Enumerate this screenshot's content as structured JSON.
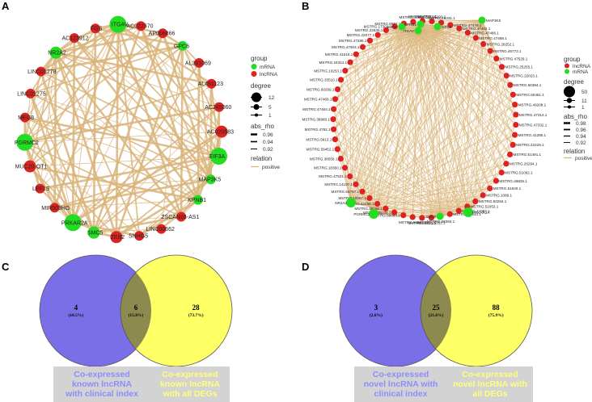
{
  "panels": {
    "a": "A",
    "b": "B",
    "c": "C",
    "d": "D"
  },
  "colors": {
    "mrna": "#22dd22",
    "lncrna": "#dd2222",
    "edge": "#d9b47a",
    "venn_left": "#7b6fe8",
    "venn_right": "#ffff66",
    "venn_overlap": "#8c8a4e",
    "caption_left_text": "#8c8cff",
    "caption_right_text": "#ffff77",
    "caption_bg": "#d3d3d3"
  },
  "network_a": {
    "nodes": [
      {
        "label": "ITGAV",
        "group": "mRNA",
        "size": "large"
      },
      {
        "label": "AC022370",
        "group": "lncRNA",
        "size": "small"
      },
      {
        "label": "AP006866",
        "group": "lncRNA",
        "size": "small"
      },
      {
        "label": "GPC6",
        "group": "mRNA",
        "size": "small"
      },
      {
        "label": "AL391069",
        "group": "lncRNA",
        "size": "small"
      },
      {
        "label": "AL451123",
        "group": "lncRNA",
        "size": "small"
      },
      {
        "label": "AC245060",
        "group": "lncRNA",
        "size": "small"
      },
      {
        "label": "AC020583",
        "group": "lncRNA",
        "size": "medium"
      },
      {
        "label": "EIF3A",
        "group": "mRNA",
        "size": "large"
      },
      {
        "label": "MAP3K5",
        "group": "mRNA",
        "size": "small"
      },
      {
        "label": "KPNB1",
        "group": "mRNA",
        "size": "small"
      },
      {
        "label": "ZSCAN16-AS1",
        "group": "lncRNA",
        "size": "small"
      },
      {
        "label": "LINC00662",
        "group": "lncRNA",
        "size": "small"
      },
      {
        "label": "SNHG5",
        "group": "lncRNA",
        "size": "small"
      },
      {
        "label": "ZEB2",
        "group": "lncRNA",
        "size": "medium"
      },
      {
        "label": "SMC5",
        "group": "mRNA",
        "size": "medium"
      },
      {
        "label": "PRKAR2A",
        "group": "mRNA",
        "size": "large"
      },
      {
        "label": "MIR503HG",
        "group": "lncRNA",
        "size": "small"
      },
      {
        "label": "LEF1S",
        "group": "lncRNA",
        "size": "small"
      },
      {
        "label": "MUC20-OT1",
        "group": "lncRNA",
        "size": "medium"
      },
      {
        "label": "PGRMC2",
        "group": "mRNA",
        "size": "large"
      },
      {
        "label": "MEG8",
        "group": "lncRNA",
        "size": "small"
      },
      {
        "label": "LINC01275",
        "group": "lncRNA",
        "size": "small"
      },
      {
        "label": "LINC01278",
        "group": "lncRNA",
        "size": "small"
      },
      {
        "label": "NR2A2",
        "group": "mRNA",
        "size": "medium"
      },
      {
        "label": "AC123912",
        "group": "lncRNA",
        "size": "small"
      },
      {
        "label": "FGS",
        "group": "lncRNA",
        "size": "small"
      }
    ],
    "legend": {
      "group_title": "group",
      "group_items": [
        "mRNA",
        "lncRNA"
      ],
      "degree_title": "degree",
      "degree_items": [
        "12",
        "5",
        "1"
      ],
      "abs_title": "abs_rho",
      "abs_items": [
        "0.96",
        "0.94",
        "0.92"
      ],
      "relation_title": "relation",
      "relation_items": [
        "positive"
      ]
    }
  },
  "network_b": {
    "nodes": [
      {
        "label": "MSTRG.25200.1",
        "group": "lncRNA"
      },
      {
        "label": "MSTRG.46331.1",
        "group": "lncRNA"
      },
      {
        "label": "MSTRG.47478.1",
        "group": "lncRNA"
      },
      {
        "label": "MAP3K5",
        "group": "mRNA"
      },
      {
        "label": "MSTRG.47402.1",
        "group": "lncRNA"
      },
      {
        "label": "MSTRG.47486.1",
        "group": "lncRNA"
      },
      {
        "label": "MSTRG.47468.1",
        "group": "lncRNA"
      },
      {
        "label": "MSTRG.28252.1",
        "group": "lncRNA"
      },
      {
        "label": "MSTRG.46772.1",
        "group": "lncRNA"
      },
      {
        "label": "MSTRG.47529.1",
        "group": "lncRNA"
      },
      {
        "label": "MSTRG.25255.1",
        "group": "lncRNA"
      },
      {
        "label": "MSTRG.22023.1",
        "group": "lncRNA"
      },
      {
        "label": "MSTRG.50394.1",
        "group": "lncRNA"
      },
      {
        "label": "MSTRG.50451.1",
        "group": "lncRNA"
      },
      {
        "label": "MSTRG.49208.1",
        "group": "lncRNA"
      },
      {
        "label": "MSTRG.47314.1",
        "group": "lncRNA"
      },
      {
        "label": "MSTRG.47332.1",
        "group": "lncRNA"
      },
      {
        "label": "MSTRG.41285.1",
        "group": "lncRNA"
      },
      {
        "label": "MSTRG.22429.1",
        "group": "lncRNA"
      },
      {
        "label": "MSTRG.51491.1",
        "group": "lncRNA"
      },
      {
        "label": "MSTRG.26294.1",
        "group": "lncRNA"
      },
      {
        "label": "MSTRG.51062.1",
        "group": "lncRNA"
      },
      {
        "label": "MSTRG.49835.1",
        "group": "lncRNA"
      },
      {
        "label": "MSTRG.51840.1",
        "group": "lncRNA"
      },
      {
        "label": "MSTRG.1089.1",
        "group": "lncRNA"
      },
      {
        "label": "MSTRG.50284.1",
        "group": "lncRNA"
      },
      {
        "label": "MSTRG.51053.1",
        "group": "lncRNA"
      },
      {
        "label": "MSTRG.41067.1",
        "group": "lncRNA"
      },
      {
        "label": "MSTRG.16344.1",
        "group": "lncRNA"
      },
      {
        "label": "MSTRG.58393.1",
        "group": "lncRNA"
      },
      {
        "label": "PRKAR2A",
        "group": "mRNA"
      },
      {
        "label": "MSTRG.25351.1",
        "group": "lncRNA"
      },
      {
        "label": "SMC5",
        "group": "mRNA"
      },
      {
        "label": "MSTRG.53631.1",
        "group": "lncRNA"
      },
      {
        "label": "MSTRG.58324.1",
        "group": "lncRNA"
      },
      {
        "label": "MSTRG.58663.1",
        "group": "lncRNA"
      },
      {
        "label": "MSTRG.26248.1",
        "group": "lncRNA"
      },
      {
        "label": "MSTRG.26156.1",
        "group": "lncRNA"
      },
      {
        "label": "MSTRG.42456.1",
        "group": "lncRNA"
      },
      {
        "label": "MSTRG.10067.1",
        "group": "lncRNA"
      },
      {
        "label": "PGRMC2",
        "group": "mRNA"
      },
      {
        "label": "NR2A2",
        "group": "mRNA"
      },
      {
        "label": "MSTRG.64767.1",
        "group": "lncRNA"
      },
      {
        "label": "MSTRG.14107.1",
        "group": "lncRNA"
      },
      {
        "label": "MSTRG.47531.1",
        "group": "lncRNA"
      },
      {
        "label": "MSTRG.18360.1",
        "group": "lncRNA"
      },
      {
        "label": "MSTRG.38558.1",
        "group": "lncRNA"
      },
      {
        "label": "MSTRG.59452.1",
        "group": "lncRNA"
      },
      {
        "label": "MSTRG.5813.1",
        "group": "lncRNA"
      },
      {
        "label": "MSTRG.4792.1",
        "group": "lncRNA"
      },
      {
        "label": "MSTRG.38980.1",
        "group": "lncRNA"
      },
      {
        "label": "MSTRG.47454.1",
        "group": "lncRNA"
      },
      {
        "label": "MSTRG.47469.1",
        "group": "lncRNA"
      },
      {
        "label": "MSTRG.60269.1",
        "group": "lncRNA"
      },
      {
        "label": "MSTRG.33510.1",
        "group": "lncRNA"
      },
      {
        "label": "MSTRG.10253.1",
        "group": "lncRNA"
      },
      {
        "label": "MSTRG.24314.1",
        "group": "lncRNA"
      },
      {
        "label": "MSTRG.41516.1",
        "group": "lncRNA"
      },
      {
        "label": "MSTRG.47604.1",
        "group": "lncRNA"
      },
      {
        "label": "MSTRG.47286.1",
        "group": "lncRNA"
      },
      {
        "label": "MSTRG.22077.1",
        "group": "lncRNA"
      },
      {
        "label": "MSTRG.22536.1",
        "group": "lncRNA"
      },
      {
        "label": "MSTRG.17301.1",
        "group": "lncRNA"
      },
      {
        "label": "MSTRG.8867.1",
        "group": "lncRNA"
      },
      {
        "label": "MSTRG.38888.1",
        "group": "lncRNA"
      },
      {
        "label": "MSTRG.47291.1",
        "group": "lncRNA"
      },
      {
        "label": "ITGAV",
        "group": "mRNA"
      },
      {
        "label": "EIF3A",
        "group": "mRNA"
      },
      {
        "label": "KPNB1",
        "group": "mRNA"
      },
      {
        "label": "GPC6",
        "group": "mRNA"
      }
    ],
    "legend": {
      "group_title": "group",
      "group_items": [
        "lncRNA",
        "mRNA"
      ],
      "degree_title": "degree",
      "degree_items": [
        "50",
        "11",
        "1"
      ],
      "abs_title": "abs_rho",
      "abs_items": [
        "0.98",
        "0.96",
        "0.94",
        "0.92"
      ],
      "relation_title": "relation",
      "relation_items": [
        "positive"
      ]
    }
  },
  "venn_c": {
    "left_count": "4",
    "left_pct": "(10.5%)",
    "mid_count": "6",
    "mid_pct": "(15.8%)",
    "right_count": "28",
    "right_pct": "(73.7%)",
    "caption_left": [
      "Co-expressed",
      "known lncRNA",
      "with clinical index"
    ],
    "caption_right": [
      "Co-expressed",
      "known lncRNA",
      "with all DEGs"
    ]
  },
  "venn_d": {
    "left_count": "3",
    "left_pct": "(2.6%)",
    "mid_count": "25",
    "mid_pct": "(21.6%)",
    "right_count": "88",
    "right_pct": "(75.9%)",
    "caption_left": [
      "Co-expressed",
      "novel lncRNA with",
      "clinical index"
    ],
    "caption_right": [
      "Co-expressed",
      "novel lncRNA with",
      "all DEGs"
    ]
  }
}
